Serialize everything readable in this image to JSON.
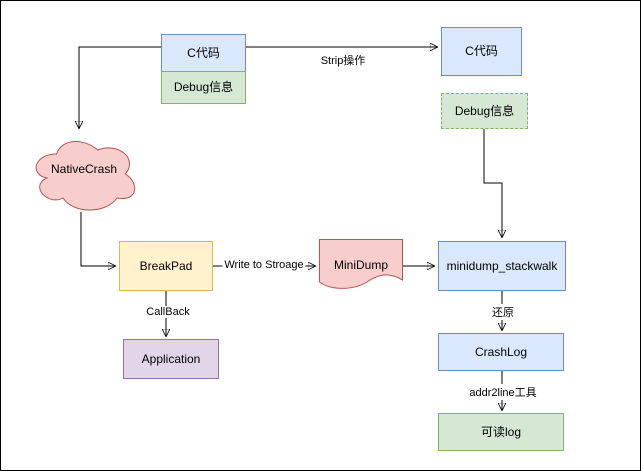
{
  "diagram": {
    "nodes": {
      "c_code_left": {
        "label": "C代码"
      },
      "debug_info_left": {
        "label": "Debug信息"
      },
      "c_code_right": {
        "label": "C代码"
      },
      "debug_info_right": {
        "label": "Debug信息"
      },
      "native_crash": {
        "label": "NativeCrash"
      },
      "breakpad": {
        "label": "BreakPad"
      },
      "minidump": {
        "label": "MiniDump"
      },
      "minidump_stackwalk": {
        "label": "minidump_stackwalk"
      },
      "application": {
        "label": "Application"
      },
      "crashlog": {
        "label": "CrashLog"
      },
      "readable_log": {
        "label": "可读log"
      }
    },
    "edge_labels": {
      "strip": "Strip操作",
      "write_to_storage": "Write to Stroage",
      "callback": "CallBack",
      "restore": "还原",
      "addr2line": "addr2line工具"
    },
    "colors": {
      "blue_fill": "#dae8fc",
      "blue_border": "#6c8ebf",
      "green_fill": "#d5e8d4",
      "green_border": "#82b366",
      "yellow_fill": "#fff2cc",
      "yellow_border": "#d6b656",
      "purple_fill": "#e1d5e7",
      "purple_border": "#9673a6",
      "red_fill": "#f8cecc",
      "red_border": "#b85450",
      "arrow": "#000000"
    }
  }
}
